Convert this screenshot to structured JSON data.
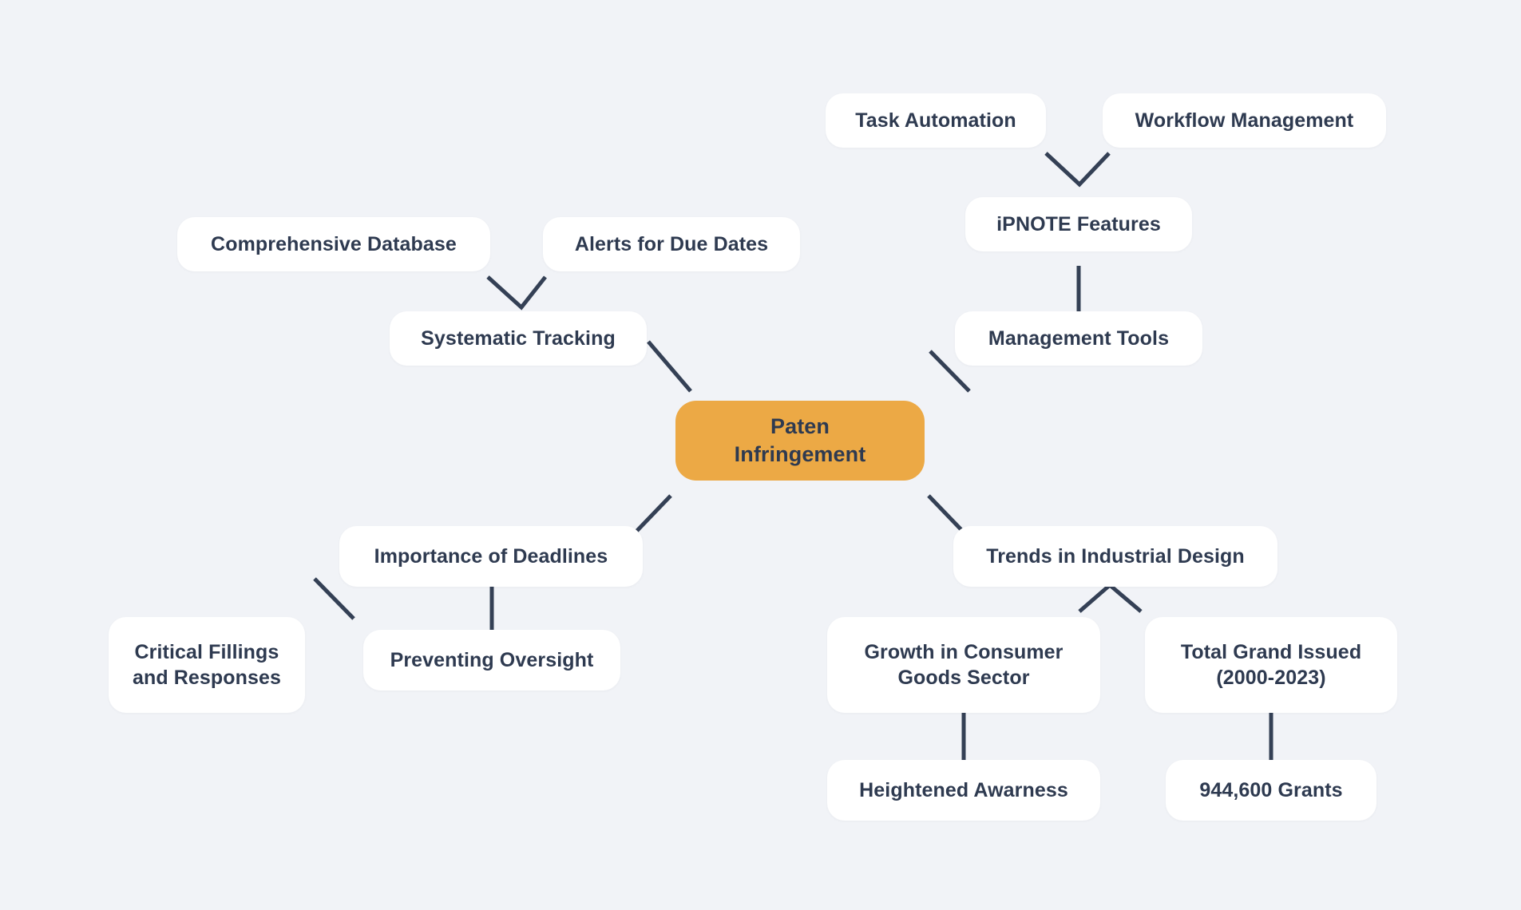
{
  "diagram": {
    "type": "mindmap",
    "title": "Paten Infringement mind map",
    "background_color": "#f1f3f7",
    "node_fill": "#ffffff",
    "root_fill": "#eca945",
    "text_color": "#2e3a50",
    "edge_color": "#344055"
  },
  "nodes": {
    "root": "Paten\nInfringement",
    "systematic_tracking": "Systematic Tracking",
    "comprehensive_database": "Comprehensive Database",
    "alerts_for_due_dates": "Alerts for Due Dates",
    "management_tools": "Management Tools",
    "ipnote_features": "iPNOTE Features",
    "task_automation": "Task Automation",
    "workflow_management": "Workflow Management",
    "importance_of_deadlines": "Importance of Deadlines",
    "critical_fillings_and_responses": "Critical Fillings\nand Responses",
    "preventing_oversight": "Preventing Oversight",
    "trends_in_industrial_design": "Trends in Industrial Design",
    "growth_in_consumer_goods_sector": "Growth in Consumer\nGoods Sector",
    "heightened_awarness": "Heightened Awarness",
    "total_grand_issued": "Total Grand Issued\n(2000-2023)",
    "grants_count": "944,600 Grants"
  },
  "edges": [
    {
      "from": "root",
      "to": "systematic_tracking"
    },
    {
      "from": "systematic_tracking",
      "to": "comprehensive_database"
    },
    {
      "from": "systematic_tracking",
      "to": "alerts_for_due_dates"
    },
    {
      "from": "root",
      "to": "management_tools"
    },
    {
      "from": "management_tools",
      "to": "ipnote_features"
    },
    {
      "from": "ipnote_features",
      "to": "task_automation"
    },
    {
      "from": "ipnote_features",
      "to": "workflow_management"
    },
    {
      "from": "root",
      "to": "importance_of_deadlines"
    },
    {
      "from": "importance_of_deadlines",
      "to": "critical_fillings_and_responses"
    },
    {
      "from": "importance_of_deadlines",
      "to": "preventing_oversight"
    },
    {
      "from": "root",
      "to": "trends_in_industrial_design"
    },
    {
      "from": "trends_in_industrial_design",
      "to": "growth_in_consumer_goods_sector"
    },
    {
      "from": "growth_in_consumer_goods_sector",
      "to": "heightened_awarness"
    },
    {
      "from": "trends_in_industrial_design",
      "to": "total_grand_issued"
    },
    {
      "from": "total_grand_issued",
      "to": "grants_count"
    }
  ]
}
